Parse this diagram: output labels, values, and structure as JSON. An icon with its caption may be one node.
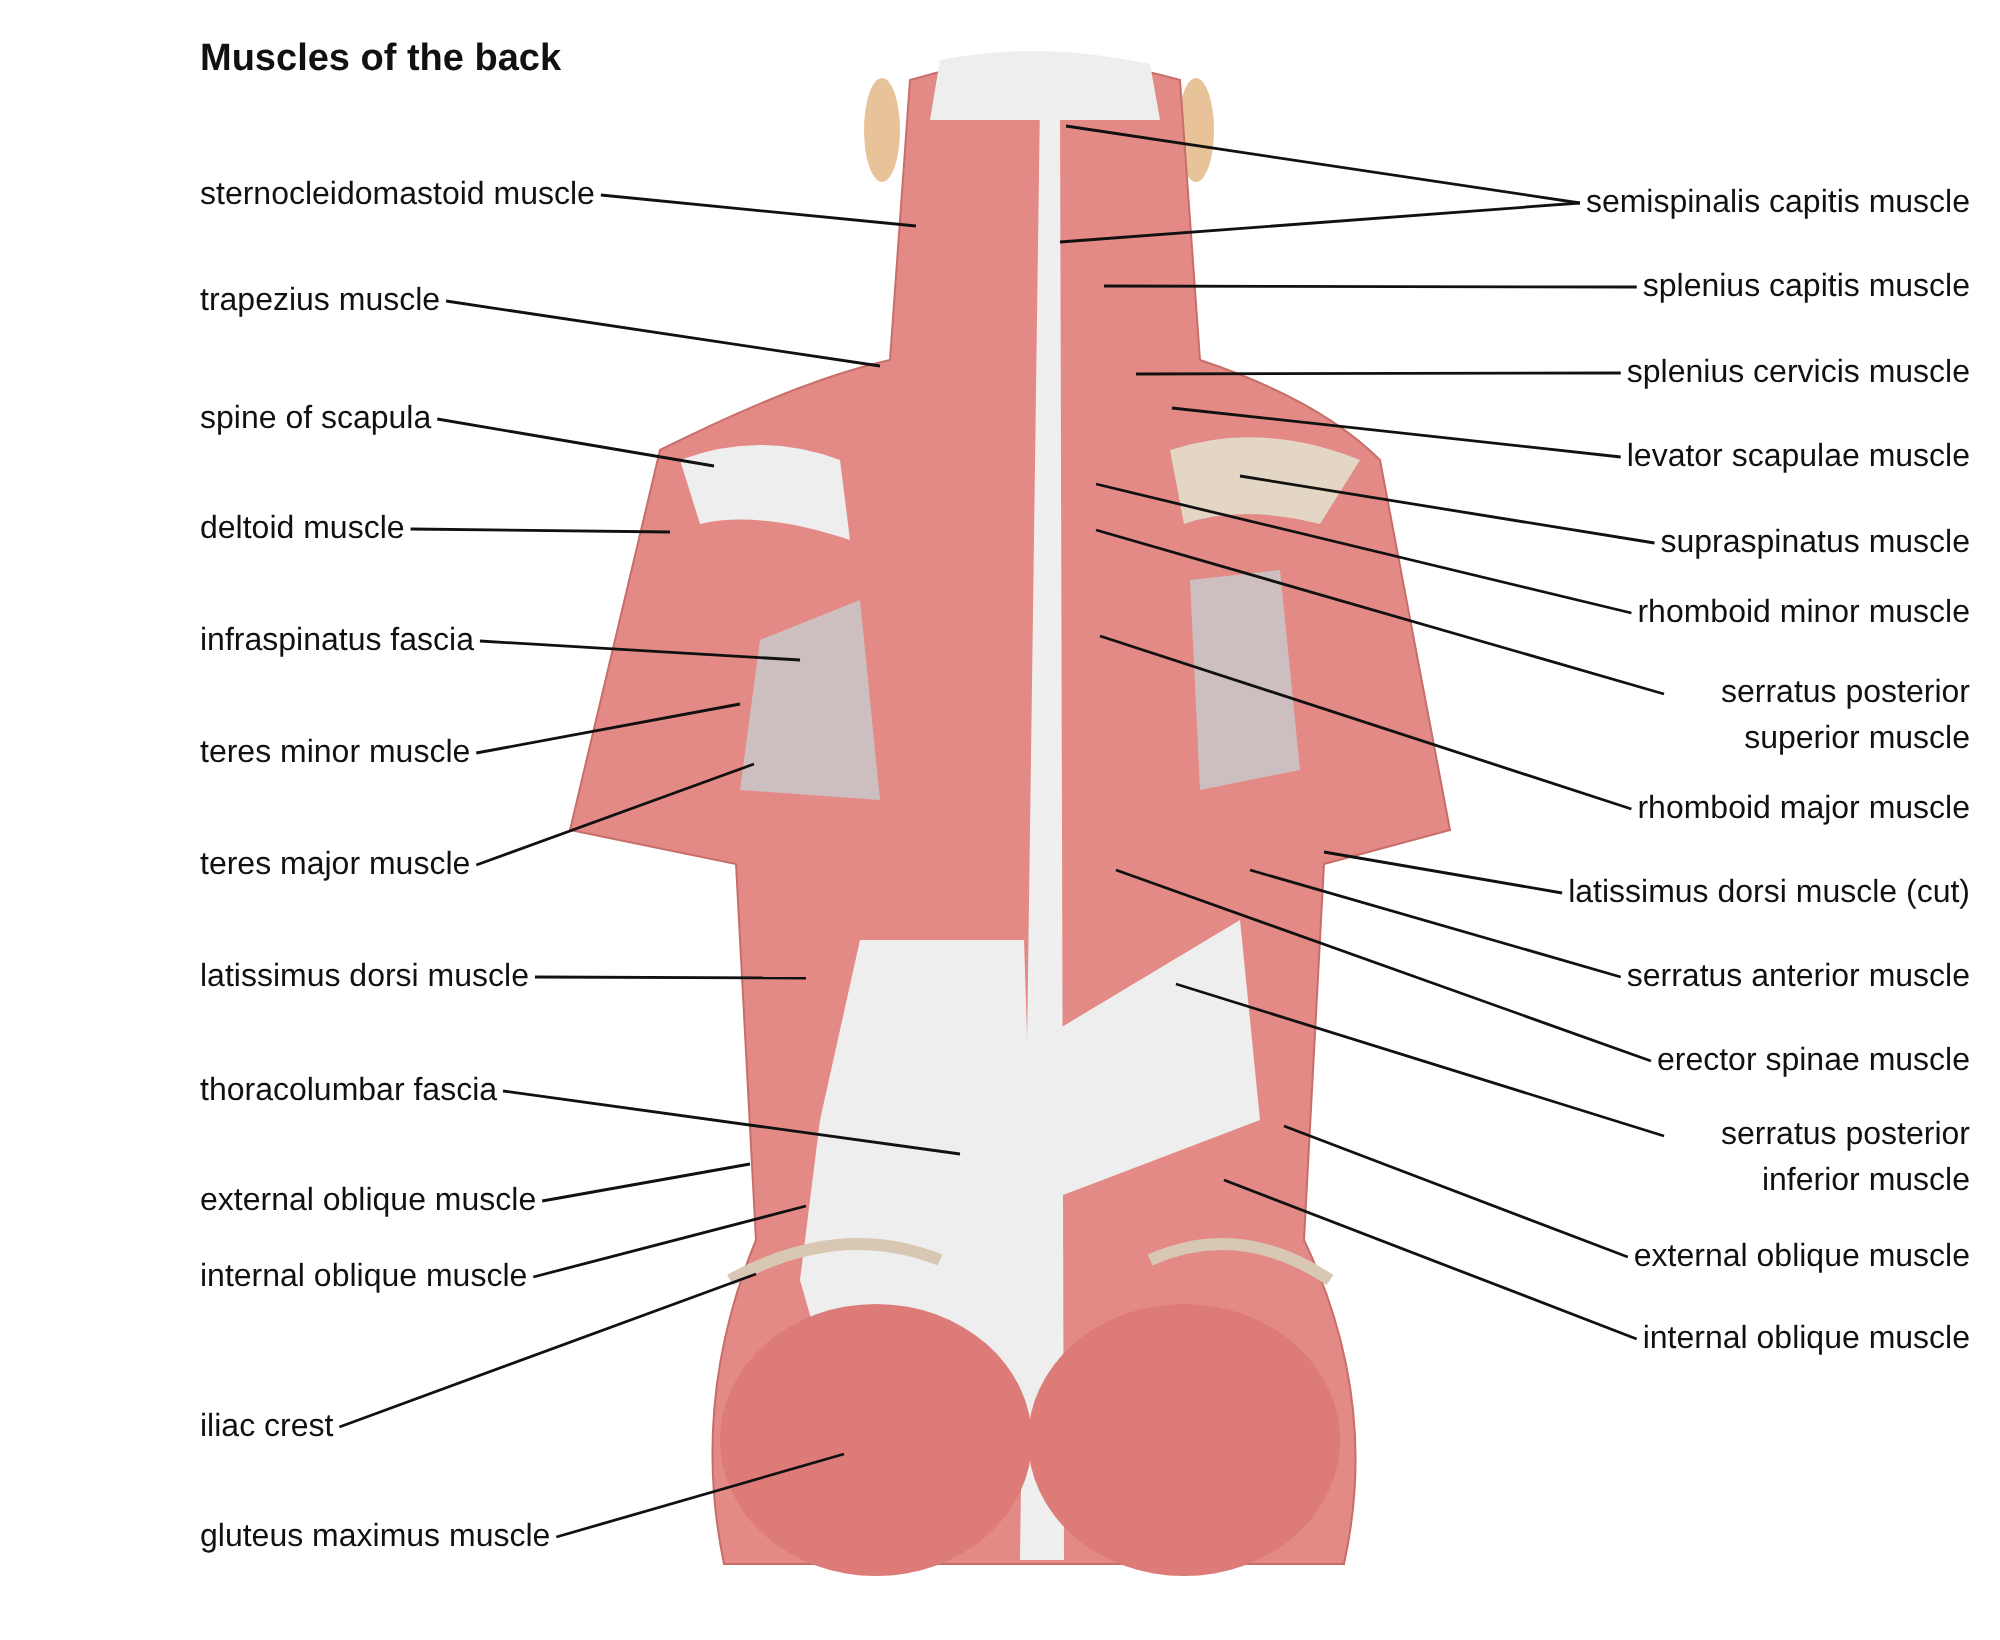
{
  "diagram": {
    "title": "Muscles of the back",
    "nodes": [
      {
        "text": [
          "sternocleidomastoid muscle"
        ]
      },
      {
        "text": [
          "trapezius muscle"
        ]
      },
      {
        "text": [
          "spine of scapula"
        ]
      },
      {
        "text": [
          "deltoid muscle"
        ]
      },
      {
        "text": [
          "infraspinatus fascia"
        ]
      },
      {
        "text": [
          "teres minor muscle"
        ]
      },
      {
        "text": [
          "teres major muscle"
        ]
      },
      {
        "text": [
          "latissimus dorsi muscle"
        ]
      },
      {
        "text": [
          "thoracolumbar fascia"
        ]
      },
      {
        "text": [
          "external oblique muscle"
        ]
      },
      {
        "text": [
          "internal oblique muscle"
        ]
      },
      {
        "text": [
          "iliac crest"
        ]
      },
      {
        "text": [
          "gluteus maximus muscle"
        ]
      },
      {
        "text": [
          "semispinalis capitis muscle"
        ]
      },
      {
        "text": [
          "splenius capitis muscle"
        ]
      },
      {
        "text": [
          "splenius cervicis muscle"
        ]
      },
      {
        "text": [
          "levator scapulae muscle"
        ]
      },
      {
        "text": [
          "supraspinatus muscle"
        ]
      },
      {
        "text": [
          "rhomboid minor muscle"
        ]
      },
      {
        "text": [
          "serratus posterior superior muscle"
        ]
      },
      {
        "text": [
          "rhomboid major muscle"
        ]
      },
      {
        "text": [
          "latissimus dorsi muscle (cut)"
        ]
      },
      {
        "text": [
          "serratus anterior muscle"
        ]
      },
      {
        "text": [
          "erector spinae muscle"
        ]
      },
      {
        "text": [
          "serratus posterior inferior muscle"
        ]
      },
      {
        "text": [
          "external oblique muscle"
        ]
      },
      {
        "text": [
          "internal oblique muscle"
        ]
      }
    ],
    "edges": [
      {
        "from": 0,
        "to": null,
        "arrow": "none"
      },
      {
        "from": 1,
        "to": null,
        "arrow": "none"
      },
      {
        "from": 2,
        "to": null,
        "arrow": "none"
      },
      {
        "from": 3,
        "to": null,
        "arrow": "none"
      },
      {
        "from": 4,
        "to": null,
        "arrow": "none"
      },
      {
        "from": 5,
        "to": null,
        "arrow": "none"
      },
      {
        "from": 6,
        "to": null,
        "arrow": "none"
      },
      {
        "from": 7,
        "to": null,
        "arrow": "none"
      },
      {
        "from": 8,
        "to": null,
        "arrow": "none"
      },
      {
        "from": 9,
        "to": null,
        "arrow": "none"
      },
      {
        "from": 10,
        "to": null,
        "arrow": "none"
      },
      {
        "from": 11,
        "to": null,
        "arrow": "none"
      },
      {
        "from": 12,
        "to": null,
        "arrow": "none"
      },
      {
        "from": 13,
        "to": null,
        "arrow": "none"
      },
      {
        "from": 13,
        "to": null,
        "arrow": "none"
      },
      {
        "from": 14,
        "to": null,
        "arrow": "none"
      },
      {
        "from": 15,
        "to": null,
        "arrow": "none"
      },
      {
        "from": 16,
        "to": null,
        "arrow": "none"
      },
      {
        "from": 17,
        "to": null,
        "arrow": "none"
      },
      {
        "from": 18,
        "to": null,
        "arrow": "none"
      },
      {
        "from": 19,
        "to": null,
        "arrow": "none"
      },
      {
        "from": 20,
        "to": null,
        "arrow": "none"
      },
      {
        "from": 21,
        "to": null,
        "arrow": "none"
      },
      {
        "from": 22,
        "to": null,
        "arrow": "none"
      },
      {
        "from": 23,
        "to": null,
        "arrow": "none"
      },
      {
        "from": 24,
        "to": null,
        "arrow": "none"
      },
      {
        "from": 25,
        "to": null,
        "arrow": "none"
      },
      {
        "from": 26,
        "to": null,
        "arrow": "none"
      }
    ]
  }
}
